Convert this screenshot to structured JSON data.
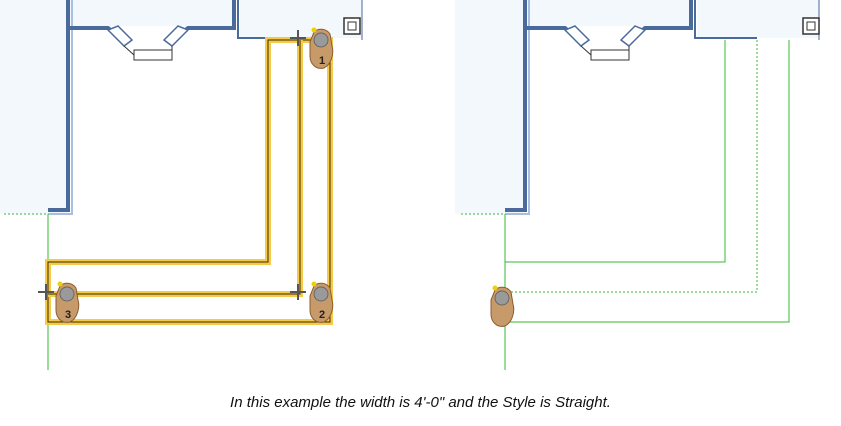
{
  "caption": "In this example the width is 4'-0\" and the Style is Straight.",
  "colors": {
    "wall": "#7f9dc9",
    "wall_dark": "#4a6a9c",
    "fill": "#f2f8fc",
    "path_green": "#33bb33",
    "highlight": "#e8b000",
    "hand": "#c79a6a",
    "hand_dark": "#8c5c2e"
  },
  "left_panel": {
    "clicks": [
      {
        "label": "1"
      },
      {
        "label": "2"
      },
      {
        "label": "3"
      }
    ]
  },
  "right_panel": {
    "cursor": "hand-cursor-icon"
  }
}
